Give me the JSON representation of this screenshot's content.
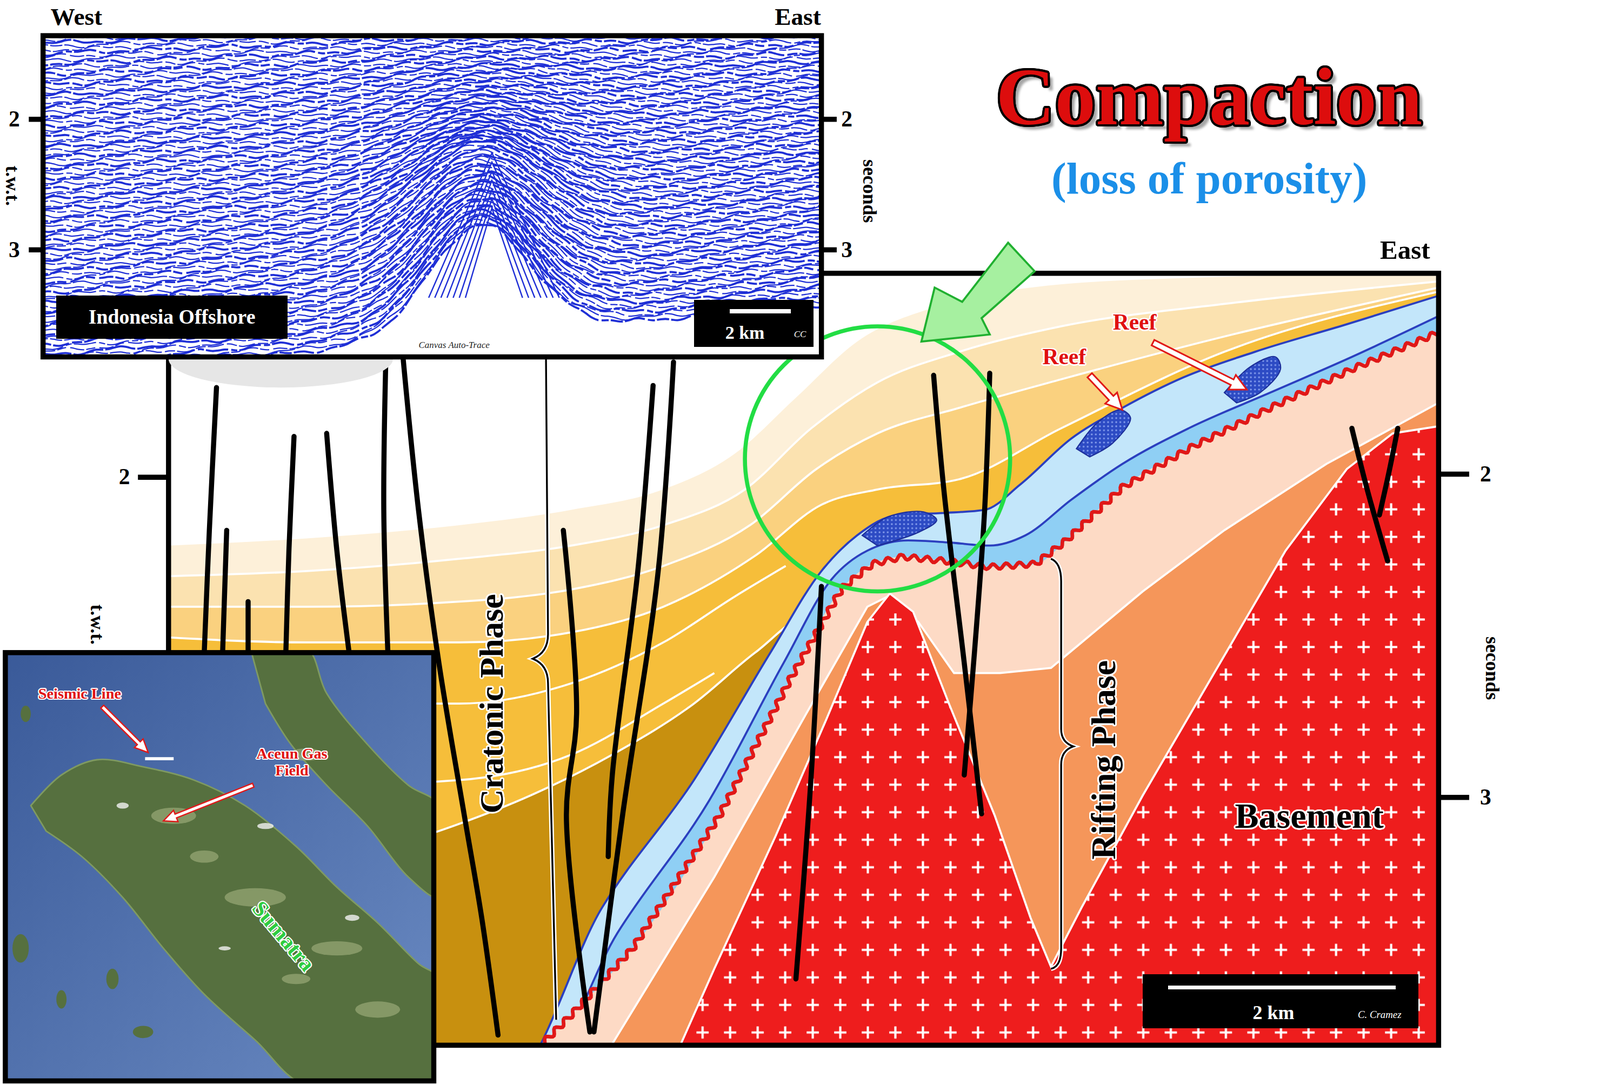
{
  "diagram": {
    "title": "Compaction",
    "nodes": [
      {
        "text": [
          "Indonesia Offshore"
        ]
      },
      {
        "text": [
          "2 km",
          "CC"
        ]
      },
      {
        "text": [
          "2 km",
          "C. Cramez"
        ]
      }
    ],
    "labels": [
      "(loss of porosity)",
      "West",
      "East",
      "2",
      "3",
      "t.w.t.",
      "2",
      "3",
      "seconds",
      "Canvas Auto-Trace",
      "East",
      "Reef",
      "Reef",
      "Cratonic Phase",
      "Rifting Phase",
      "Basement",
      "2",
      "t.w.t.",
      "2",
      "3",
      "seconds",
      "Seismic Line",
      "Aceun Gas Field",
      "Sumatra"
    ]
  }
}
